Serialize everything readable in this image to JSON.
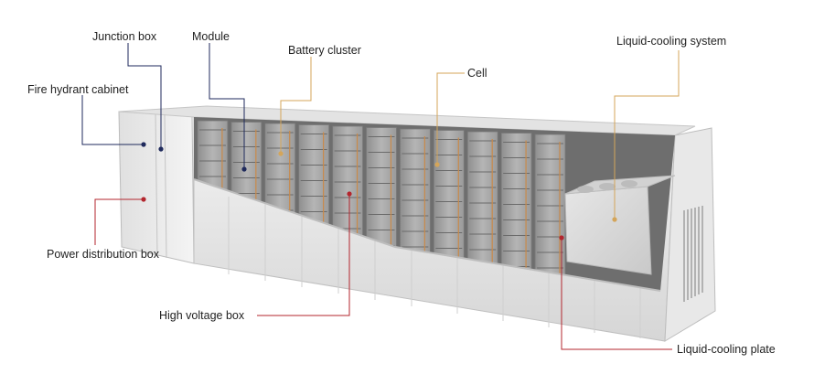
{
  "labels": {
    "junction_box": "Junction box",
    "module": "Module",
    "battery_cluster": "Battery cluster",
    "cell": "Cell",
    "liquid_cooling_system": "Liquid-cooling system",
    "fire_hydrant_cabinet": "Fire hydrant cabinet",
    "power_distribution_box": "Power distribution box",
    "high_voltage_box": "High voltage box",
    "liquid_cooling_plate": "Liquid-cooling plate"
  },
  "colors": {
    "navy_leader": "#1f2a5c",
    "gold_leader": "#d4a55a",
    "red_leader": "#b3262e",
    "container_white": "#eeeeee",
    "battery_gray": "#a8a8a8",
    "cooling_unit": "#dcdcdc"
  }
}
